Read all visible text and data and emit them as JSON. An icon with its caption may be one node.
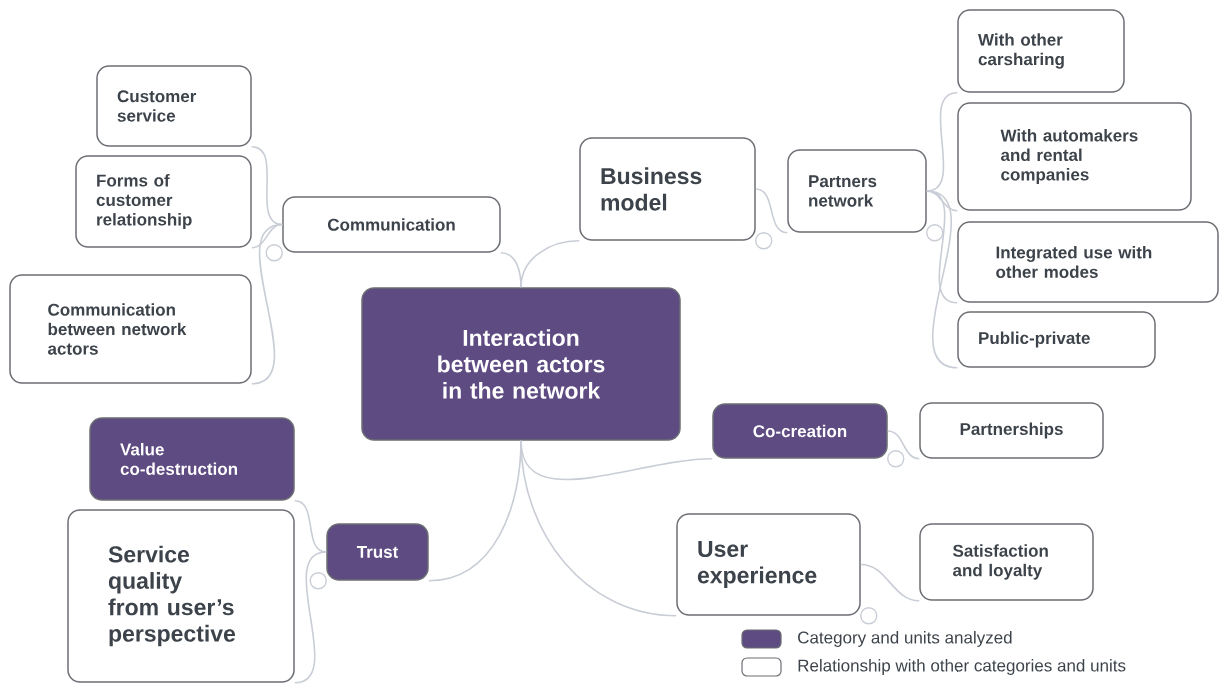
{
  "diagram": {
    "nodes": [
      {
        "text": [
          "Interaction between actors in the network"
        ]
      },
      {
        "text": [
          "Communication"
        ]
      },
      {
        "text": [
          "Customer service"
        ]
      },
      {
        "text": [
          "Forms of customer relationship"
        ]
      },
      {
        "text": [
          "Communication between network actors"
        ]
      },
      {
        "text": [
          "Business model"
        ]
      },
      {
        "text": [
          "Partners network"
        ]
      },
      {
        "text": [
          "With other carsharing"
        ]
      },
      {
        "text": [
          "With automakers and rental companies"
        ]
      },
      {
        "text": [
          "Integrated use with other modes"
        ]
      },
      {
        "text": [
          "Public-private"
        ]
      },
      {
        "text": [
          "Co-creation"
        ]
      },
      {
        "text": [
          "Partnerships"
        ]
      },
      {
        "text": [
          "Value co-destruction"
        ]
      },
      {
        "text": [
          "Service quality from user’s perspective"
        ]
      },
      {
        "text": [
          "Trust"
        ]
      },
      {
        "text": [
          "User experience"
        ]
      },
      {
        "text": [
          "Satisfaction and loyalty"
        ]
      }
    ],
    "edges": [
      {
        "from": 0,
        "to": 1,
        "arrow": "none"
      },
      {
        "from": 1,
        "to": 2,
        "arrow": "none"
      },
      {
        "from": 1,
        "to": 3,
        "arrow": "none"
      },
      {
        "from": 1,
        "to": 4,
        "arrow": "none"
      },
      {
        "from": 0,
        "to": 5,
        "arrow": "none"
      },
      {
        "from": 5,
        "to": 6,
        "arrow": "none"
      },
      {
        "from": 6,
        "to": 7,
        "arrow": "none"
      },
      {
        "from": 6,
        "to": 8,
        "arrow": "none"
      },
      {
        "from": 6,
        "to": 9,
        "arrow": "none"
      },
      {
        "from": 6,
        "to": 10,
        "arrow": "none"
      },
      {
        "from": 0,
        "to": 11,
        "arrow": "none"
      },
      {
        "from": 11,
        "to": 12,
        "arrow": "none"
      },
      {
        "from": 0,
        "to": 15,
        "arrow": "none"
      },
      {
        "from": 15,
        "to": 13,
        "arrow": "none"
      },
      {
        "from": 15,
        "to": 14,
        "arrow": "none"
      },
      {
        "from": 0,
        "to": 16,
        "arrow": "none"
      },
      {
        "from": 16,
        "to": 17,
        "arrow": "none"
      }
    ],
    "legend": [
      {
        "text": "Category and units analyzed",
        "color": "#5e4b82"
      },
      {
        "text": "Relationship with other categories and units"
      }
    ]
  }
}
